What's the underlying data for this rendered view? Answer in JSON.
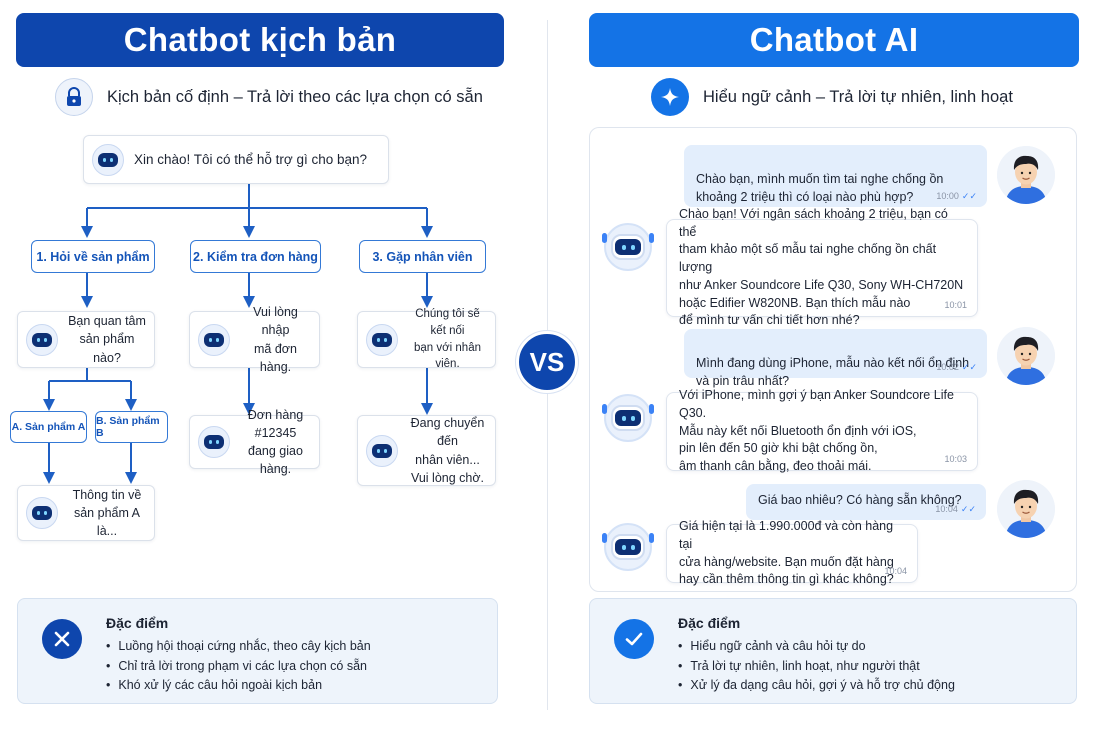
{
  "left": {
    "title": "Chatbot kịch bản",
    "subtitle": "Kịch bản cố định – Trả lời theo các lựa chọn có sẵn",
    "root": "Xin chào! Tôi có thể hỗ trợ gì cho bạn?",
    "options": [
      "1. Hỏi về sản phẩm",
      "2. Kiểm tra đơn hàng",
      "3. Gặp nhân viên"
    ],
    "level2": [
      "Bạn quan tâm\nsản phẩm nào?",
      "Vui lòng nhập\nmã đơn hàng.",
      "Chúng tôi sẽ kết nối\nbạn với nhân viên."
    ],
    "suboptions": [
      "A. Sản phẩm A",
      "B. Sản phẩm B"
    ],
    "level3": [
      "Thông tin về\nsản phẩm A là...",
      "Đơn hàng #12345\nđang giao hàng.",
      "Đang chuyển đến\nnhân viên...\nVui lòng chờ."
    ],
    "features": {
      "title": "Đặc điểm",
      "items": [
        "Luồng hội thoại cứng nhắc, theo cây kịch bản",
        "Chỉ trả lời trong phạm vi các lựa chọn có sẵn",
        "Khó xử lý các câu hỏi ngoài kịch bản"
      ]
    }
  },
  "right": {
    "title": "Chatbot AI",
    "subtitle": "Hiểu ngữ cảnh – Trả lời tự nhiên, linh hoạt",
    "messages": [
      {
        "role": "user",
        "text": "Chào bạn, mình muốn tìm tai nghe chống ồn\nkhoảng 2 triệu thì có loại nào phù hợp?",
        "time": "10:00"
      },
      {
        "role": "bot",
        "text": "Chào bạn! Với ngân sách khoảng 2 triệu, bạn có thể\ntham khảo một số mẫu tai nghe chống ồn chất lượng\nnhư Anker Soundcore Life Q30, Sony WH-CH720N\nhoặc Edifier W820NB. Bạn thích mẫu nào\nđể mình tư vấn chi tiết hơn nhé?",
        "time": "10:01"
      },
      {
        "role": "user",
        "text": "Mình đang dùng iPhone, mẫu nào kết nối ổn định\nvà pin trâu nhất?",
        "time": "10:02"
      },
      {
        "role": "bot",
        "text": "Với iPhone, mình gợi ý bạn Anker Soundcore Life Q30.\nMẫu này kết nối Bluetooth ổn định với iOS,\npin lên đến 50 giờ khi bật chống ồn,\nâm thanh cân bằng, đeo thoải mái.",
        "time": "10:03"
      },
      {
        "role": "user",
        "text": "Giá bao nhiêu? Có hàng sẵn không?",
        "time": "10:04"
      },
      {
        "role": "bot",
        "text": "Giá hiện tại là  1.990.000đ và còn hàng tại\ncửa hàng/website. Bạn muốn đặt hàng\nhay cần thêm thông tin gì khác không?",
        "time": "10:04"
      }
    ],
    "features": {
      "title": "Đặc điểm",
      "items": [
        "Hiểu ngữ cảnh và câu hỏi tự do",
        "Trả lời tự nhiên, linh hoạt, như người thật",
        "Xử lý đa dạng câu hỏi, gợi ý và hỗ trợ chủ động"
      ]
    }
  },
  "vs_label": "VS",
  "colors": {
    "navy": "#0e46ad",
    "blue": "#1473e6",
    "line": "#1e5fc4"
  }
}
